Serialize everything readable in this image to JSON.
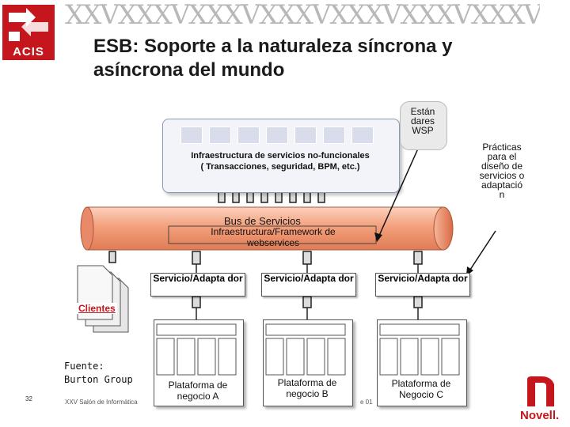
{
  "header": {
    "logo_text": "ACIS",
    "banner": "XXVXXXVXXXVXXXVXXXVXXXVXXXVXXXVXXXV",
    "title_line1": "ESB: Soporte a la naturaleza síncrona y",
    "title_line2": "asíncrona del mundo"
  },
  "diagram": {
    "cloud_line1": "Infraestructura de servicios no-funcionales",
    "cloud_line2": "( Transacciones, seguridad, BPM, etc.)",
    "standards": "Están dares WSP",
    "practices": "Prácticas para el diseño de servicios o adaptació n",
    "bus_label": "Bus de Servicios",
    "framework_label": "Infraestructura/Framework de webservices",
    "services": [
      {
        "label": "Servicio/Adapta dor"
      },
      {
        "label": "Servicio/Adapta dor"
      },
      {
        "label": "Servicio/Adapta dor"
      }
    ],
    "platforms": [
      {
        "label": "Plataforma de negocio A"
      },
      {
        "label": "Plataforma de negocio B"
      },
      {
        "label": "Plataforma de Negocio C"
      }
    ],
    "clients_label": "Clientes",
    "source_line1": "Fuente:",
    "source_line2": "Burton Group"
  },
  "footer": {
    "page_number": "32",
    "event_text": "XXV Salón de Informática",
    "date_fragment": "e 01",
    "brand": "Novell."
  },
  "colors": {
    "brand_red": "#c4161c",
    "bus_fill": "#f3a07c",
    "cloud_fill": "#f2f4fa"
  }
}
